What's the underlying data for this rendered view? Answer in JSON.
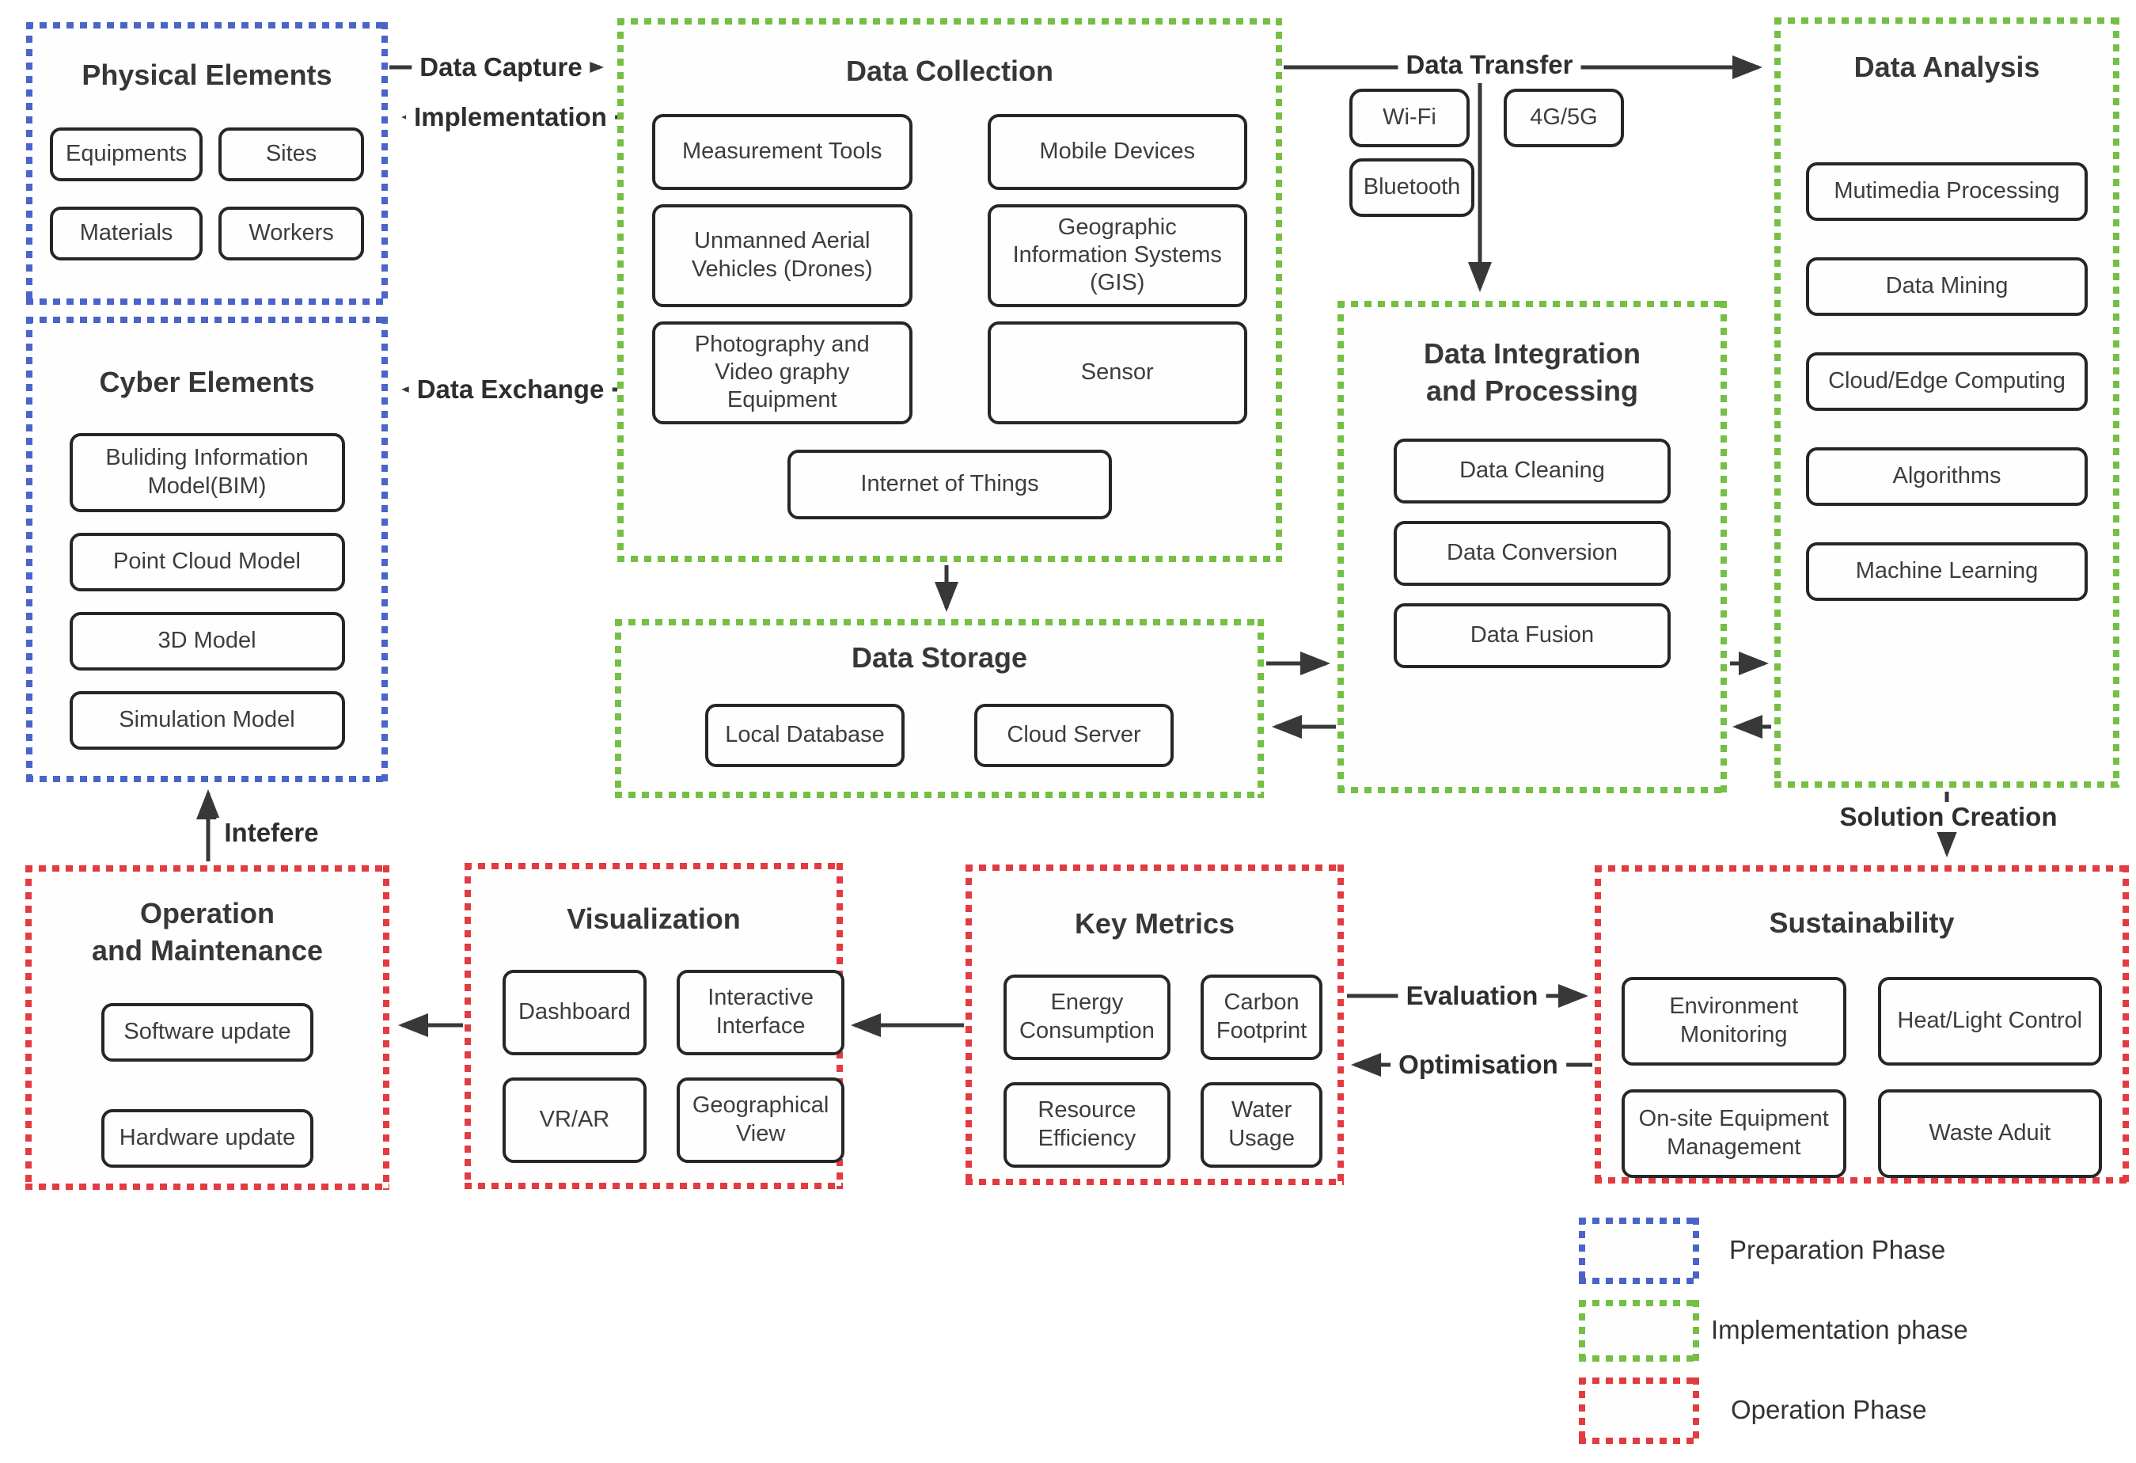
{
  "colors": {
    "preparation_phase": "#4b64c7",
    "implementation_phase": "#74bf44",
    "operation_phase": "#e23b40",
    "arrow": "#383838"
  },
  "groups": {
    "physical": {
      "title": "Physical Elements",
      "items": [
        "Equipments",
        "Sites",
        "Materials",
        "Workers"
      ]
    },
    "cyber": {
      "title": "Cyber Elements",
      "items": [
        "Buliding Information Model(BIM)",
        "Point Cloud Model",
        "3D Model",
        "Simulation Model"
      ]
    },
    "collection": {
      "title": "Data Collection",
      "items": [
        "Measurement Tools",
        "Mobile Devices",
        "Unmanned Aerial Vehicles (Drones)",
        "Geographic Information Systems (GIS)",
        "Photography and Video graphy Equipment",
        "Sensor",
        "Internet of Things"
      ]
    },
    "storage": {
      "title": "Data Storage",
      "items": [
        "Local Database",
        "Cloud Server"
      ]
    },
    "integration": {
      "title": "Data Integration\nand Processing",
      "items": [
        "Data Cleaning",
        "Data Conversion",
        "Data Fusion"
      ]
    },
    "analysis": {
      "title": "Data Analysis",
      "items": [
        "Mutimedia Processing",
        "Data Mining",
        "Cloud/Edge Computing",
        "Algorithms",
        "Machine Learning"
      ]
    },
    "operation": {
      "title": "Operation\nand Maintenance",
      "items": [
        "Software update",
        "Hardware update"
      ]
    },
    "visualization": {
      "title": "Visualization",
      "items": [
        "Dashboard",
        "Interactive Interface",
        "VR/AR",
        "Geographical View"
      ]
    },
    "metrics": {
      "title": "Key Metrics",
      "items": [
        "Energy Consumption",
        "Carbon Footprint",
        "Resource Efficiency",
        "Water Usage"
      ]
    },
    "sustainability": {
      "title": "Sustainability",
      "items": [
        "Environment Monitoring",
        "Heat/Light Control",
        "On-site Equipment Management",
        "Waste Aduit"
      ]
    }
  },
  "transfer_nodes": [
    "Wi-Fi",
    "4G/5G",
    "Bluetooth"
  ],
  "flow_labels": {
    "data_capture": "Data Capture",
    "implementation": "Implementation",
    "data_exchange": "Data Exchange",
    "data_transfer": "Data Transfer",
    "solution_creation": "Solution Creation",
    "intefere": "Intefere",
    "evaluation": "Evaluation",
    "optimisation": "Optimisation"
  },
  "legend": {
    "items": [
      {
        "label": "Preparation Phase",
        "phase": "preparation"
      },
      {
        "label": "Implementation phase",
        "phase": "implementation"
      },
      {
        "label": "Operation Phase",
        "phase": "operation"
      }
    ]
  }
}
